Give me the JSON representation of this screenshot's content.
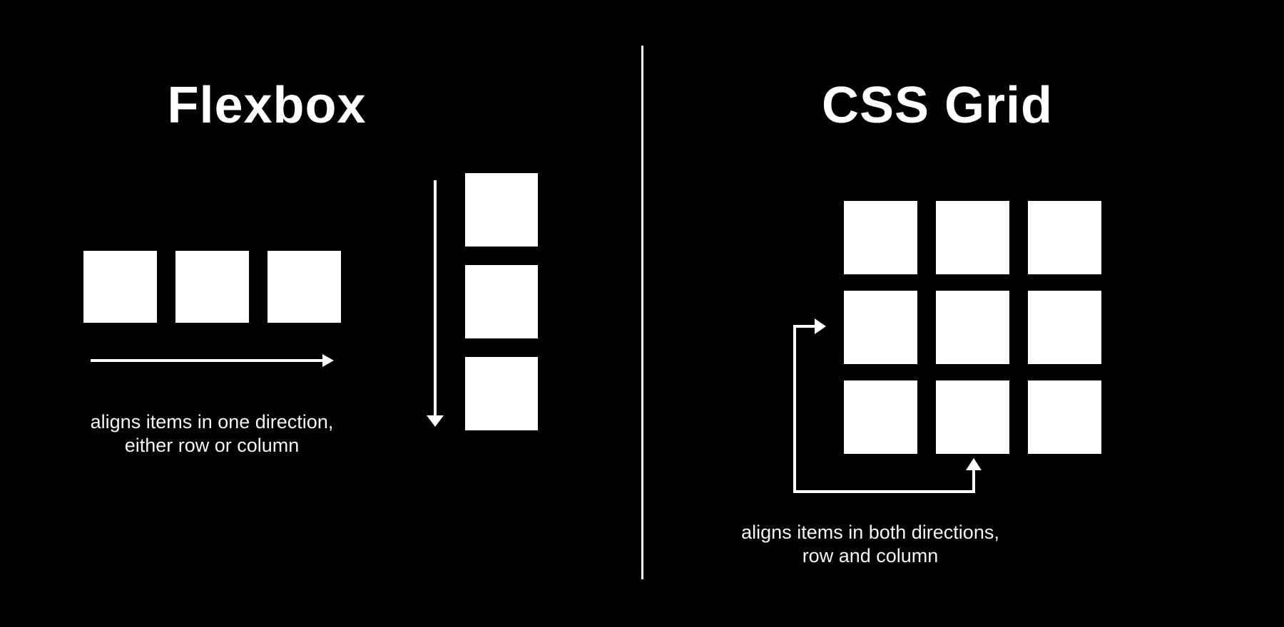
{
  "canvas": {
    "background_color": "#000000",
    "foreground_color": "#ffffff"
  },
  "left_panel": {
    "title": "Flexbox",
    "caption": {
      "line1": "aligns items in one direction,",
      "line2": "either row or column"
    },
    "row_demo": {
      "count": 3,
      "direction": "row"
    },
    "column_demo": {
      "count": 3,
      "direction": "column"
    },
    "icons": {
      "row_arrow": "right-arrow-icon",
      "column_arrow": "down-arrow-icon"
    }
  },
  "right_panel": {
    "title": "CSS Grid",
    "caption": {
      "line1": "aligns items in both directions,",
      "line2": "row and column"
    },
    "grid_demo": {
      "rows": 3,
      "columns": 3,
      "count": 9
    },
    "icons": {
      "flow_arrow": "l-shaped-flow-arrow-icon"
    }
  }
}
